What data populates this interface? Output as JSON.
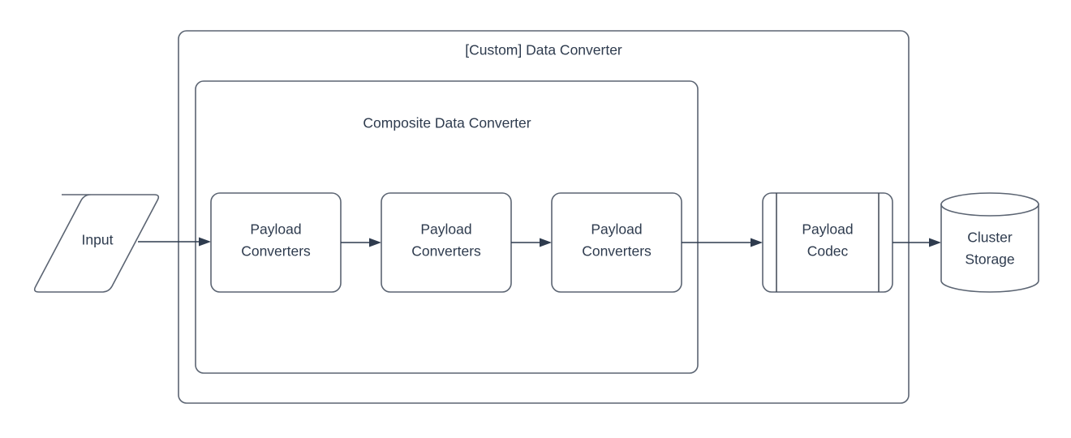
{
  "diagram": {
    "title_visible": false,
    "colors": {
      "background": "#ffffff",
      "shape_fill": "#ffffff",
      "shape_stroke": "#5b6472",
      "text": "#2e3b4e",
      "connector": "#2e3b4e"
    },
    "containers": [
      {
        "id": "custom-data-converter",
        "label": "[Custom] Data Converter",
        "shape": "rounded-rectangle"
      },
      {
        "id": "composite-data-converter",
        "label": "Composite Data Converter",
        "shape": "rounded-rectangle"
      }
    ],
    "nodes": [
      {
        "id": "input",
        "shape": "parallelogram",
        "label": "Input",
        "lines": [
          "Input"
        ]
      },
      {
        "id": "payload-converters-1",
        "shape": "rounded-rectangle",
        "label": "Payload Converters",
        "lines": [
          "Payload",
          "Converters"
        ]
      },
      {
        "id": "payload-converters-2",
        "shape": "rounded-rectangle",
        "label": "Payload Converters",
        "lines": [
          "Payload",
          "Converters"
        ]
      },
      {
        "id": "payload-converters-3",
        "shape": "rounded-rectangle",
        "label": "Payload Converters",
        "lines": [
          "Payload",
          "Converters"
        ]
      },
      {
        "id": "payload-codec",
        "shape": "predefined-process",
        "label": "Payload Codec",
        "lines": [
          "Payload",
          "Codec"
        ]
      },
      {
        "id": "cluster-storage",
        "shape": "cylinder",
        "label": "Cluster Storage",
        "lines": [
          "Cluster",
          "Storage"
        ]
      }
    ],
    "edges": [
      {
        "id": "edge-input-to-pc1",
        "from": "input",
        "to": "payload-converters-1",
        "arrow": "single",
        "label": ""
      },
      {
        "id": "edge-pc1-to-pc2",
        "from": "payload-converters-1",
        "to": "payload-converters-2",
        "arrow": "single",
        "label": ""
      },
      {
        "id": "edge-pc2-to-pc3",
        "from": "payload-converters-2",
        "to": "payload-converters-3",
        "arrow": "single",
        "label": ""
      },
      {
        "id": "edge-pc3-to-codec",
        "from": "payload-converters-3",
        "to": "payload-codec",
        "arrow": "single",
        "label": ""
      },
      {
        "id": "edge-codec-to-storage",
        "from": "payload-codec",
        "to": "cluster-storage",
        "arrow": "single",
        "label": ""
      }
    ]
  }
}
